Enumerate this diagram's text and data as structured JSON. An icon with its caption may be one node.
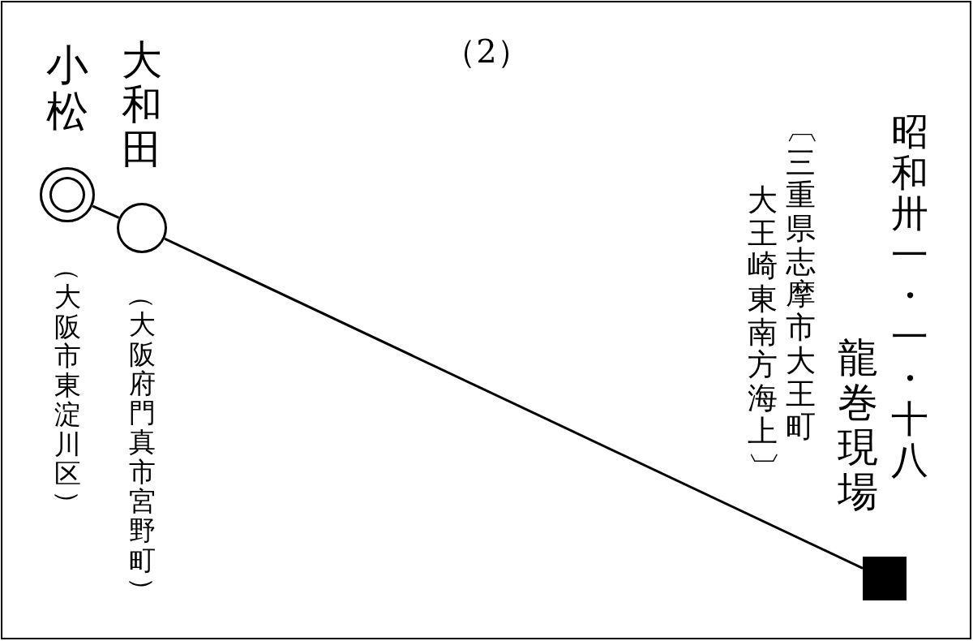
{
  "diagram": {
    "title": "（2）",
    "nodes": [
      {
        "text": [
          "小松"
        ],
        "beside": [
          "（大阪市東淀川区）"
        ]
      },
      {
        "text": [
          "大和田"
        ],
        "beside": [
          "（大阪府門真市宮野町）"
        ]
      },
      {
        "text": [
          "龍巻現場"
        ]
      }
    ],
    "edges": [
      {
        "from": 0,
        "to": 1,
        "arrow": "none"
      },
      {
        "from": 1,
        "to": 2,
        "arrow": "none"
      }
    ],
    "labels": [
      "昭和卅一・一・十八",
      "〔三重県志摩市大王町",
      "大王崎東南方海上〕"
    ]
  }
}
